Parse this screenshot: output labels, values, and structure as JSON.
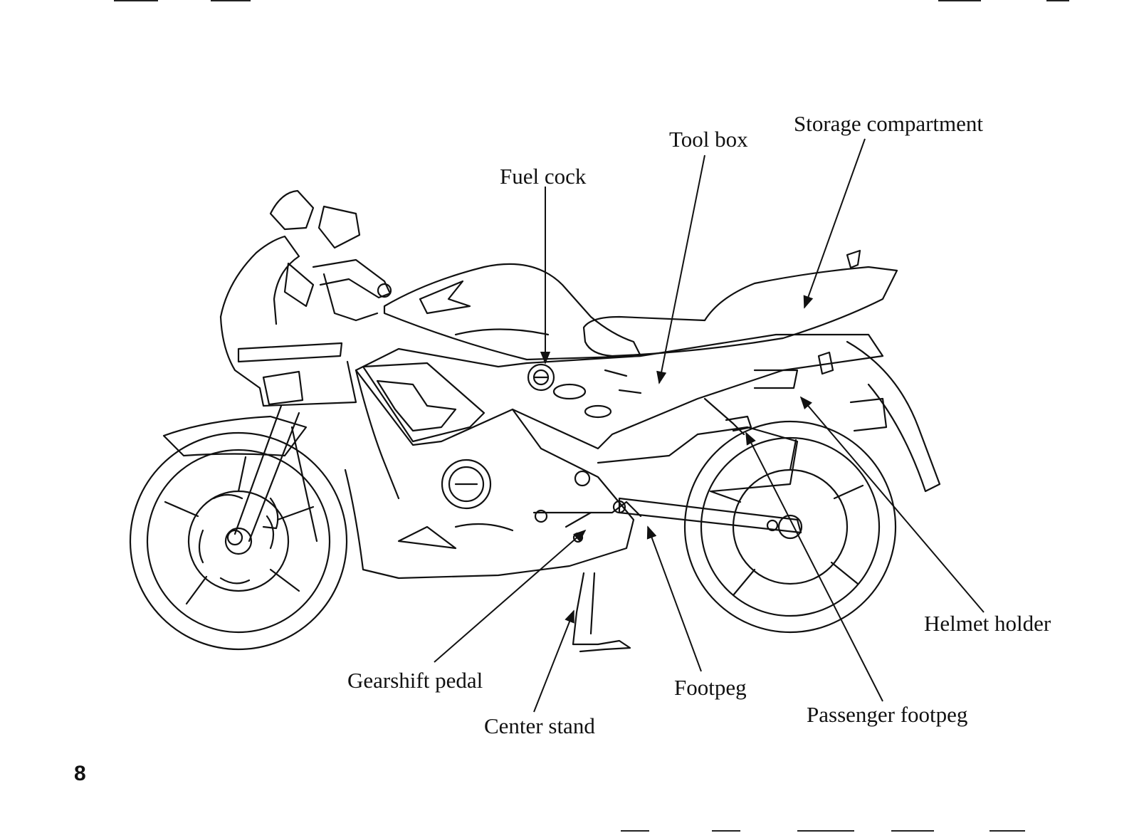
{
  "page_number": "8",
  "callouts": {
    "storage_compartment": "Storage compartment",
    "tool_box": "Tool box",
    "fuel_cock": "Fuel cock",
    "helmet_holder": "Helmet holder",
    "gearshift_pedal": "Gearshift pedal",
    "footpeg": "Footpeg",
    "center_stand": "Center stand",
    "passenger_footpeg": "Passenger footpeg"
  },
  "colors": {
    "ink": "#111111",
    "paper": "#ffffff"
  }
}
